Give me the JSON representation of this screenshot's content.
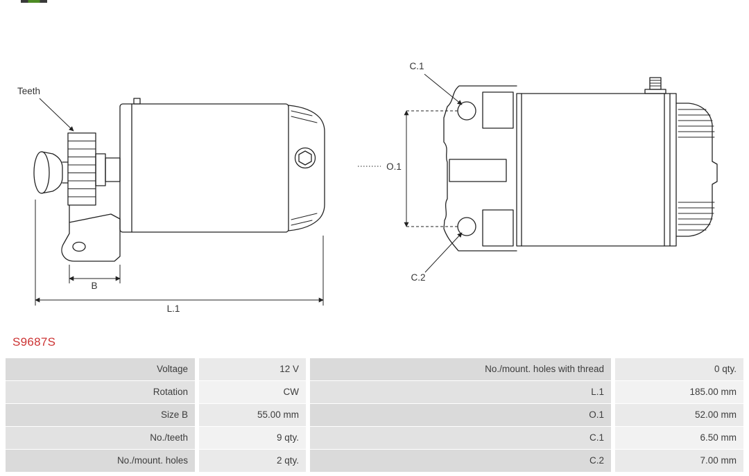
{
  "part_number": "S9687S",
  "diagram": {
    "labels": {
      "teeth": "Teeth",
      "b": "B",
      "l1": "L.1",
      "c1": "C.1",
      "o1": "O.1",
      "c2": "C.2"
    }
  },
  "spec_table": {
    "rows": [
      {
        "label_left": "Voltage",
        "value_left": "12 V",
        "label_right": "No./mount. holes with thread",
        "value_right": "0 qty."
      },
      {
        "label_left": "Rotation",
        "value_left": "CW",
        "label_right": "L.1",
        "value_right": "185.00 mm"
      },
      {
        "label_left": "Size B",
        "value_left": "55.00 mm",
        "label_right": "O.1",
        "value_right": "52.00 mm"
      },
      {
        "label_left": "No./teeth",
        "value_left": "9 qty.",
        "label_right": "C.1",
        "value_right": "6.50 mm"
      },
      {
        "label_left": "No./mount. holes",
        "value_left": "2 qty.",
        "label_right": "C.2",
        "value_right": "7.00 mm"
      }
    ]
  },
  "colors": {
    "part_number": "#cc3333",
    "line": "#222222",
    "table_label_bg": "#dadada",
    "table_value_bg": "#eaeaea"
  }
}
